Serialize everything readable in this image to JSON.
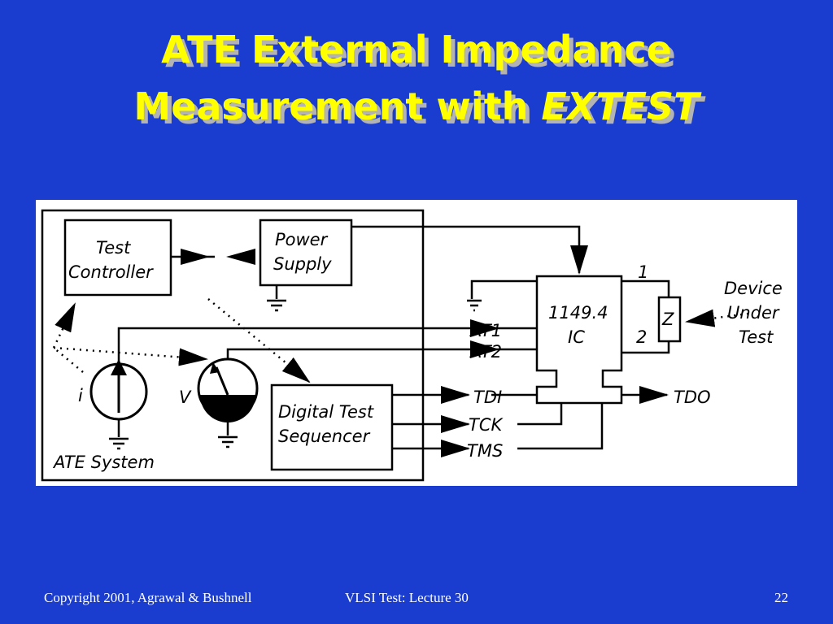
{
  "slide": {
    "title_line1": "ATE External Impedance",
    "title_line2_prefix": "Measurement with ",
    "title_line2_emphasis": "EXTEST",
    "colors": {
      "background": "#1a3ccf",
      "title": "#ffff00",
      "title_shadow": "#b3b3b3",
      "footer": "#ffffff"
    }
  },
  "diagram": {
    "test_controller": [
      "Test",
      "Controller"
    ],
    "power_supply": [
      "Power",
      "Supply"
    ],
    "ic": [
      "1149.4",
      "IC"
    ],
    "digital_test_sequencer": [
      "Digital Test",
      "Sequencer"
    ],
    "ate_system": "ATE System",
    "current_source_label": "i",
    "voltmeter_label": "V",
    "impedance_label": "Z",
    "pin1": "1",
    "pin2": "2",
    "device_under_test": [
      "Device",
      "Under",
      "Test"
    ],
    "signals": {
      "at1": "AT1",
      "at2": "AT2",
      "tdi": "TDI",
      "tck": "TCK",
      "tms": "TMS",
      "tdo": "TDO"
    }
  },
  "footer": {
    "copyright": "Copyright 2001, Agrawal & Bushnell",
    "lecture": "VLSI Test: Lecture 30",
    "page": "22"
  }
}
